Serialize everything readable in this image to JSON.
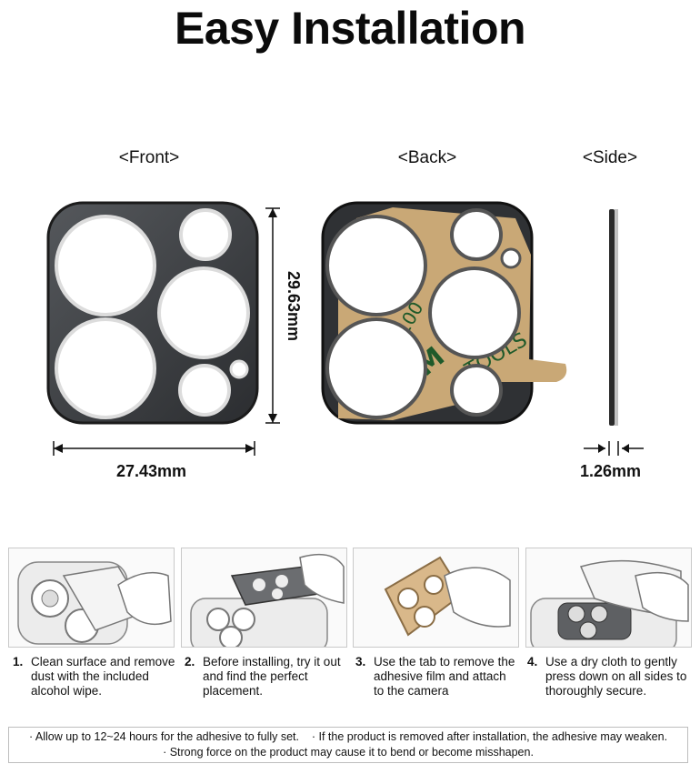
{
  "title": "Easy Installation",
  "views": {
    "front_label": "<Front>",
    "back_label": "<Back>",
    "side_label": "<Side>"
  },
  "dimensions": {
    "width": "27.43mm",
    "height": "29.63mm",
    "thickness": "1.26mm"
  },
  "back_film_text": [
    "3M",
    "TOOLS",
    "300",
    "100"
  ],
  "steps": [
    {
      "num": "1.",
      "text": "Clean surface and remove dust with the included alcohol wipe."
    },
    {
      "num": "2.",
      "text": "Before installing, try it out and find the perfect placement."
    },
    {
      "num": "3.",
      "text": "Use the tab to remove the adhesive film and attach to the camera"
    },
    {
      "num": "4.",
      "text": "Use a dry cloth to gently press down on all sides to thoroughly secure."
    }
  ],
  "notes": {
    "line1": "· Allow up to 12~24 hours for the adhesive to fully set.    · If the product is removed after installation, the adhesive may weaken.",
    "line2": "· Strong force on the product may cause it to bend or become misshapen."
  },
  "colors": {
    "metal": "#3a3c3f",
    "metal_edge": "#d8d8d8",
    "film": "#c9a876",
    "film_text": "#1f5a2a",
    "arrow": "#111111"
  }
}
